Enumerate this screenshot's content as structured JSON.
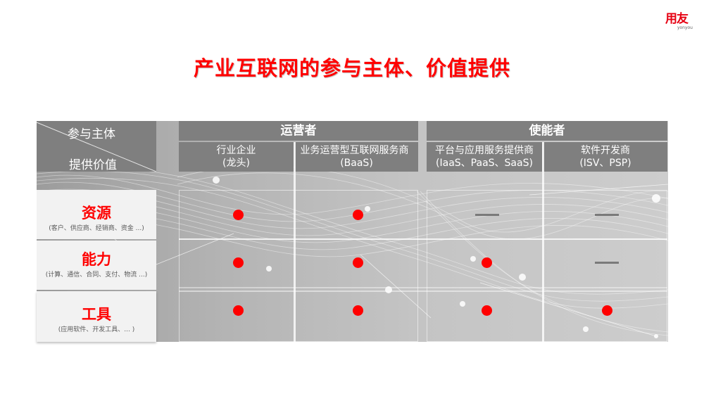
{
  "logo": {
    "text_cn": "用友",
    "text_en": "yonyou"
  },
  "title": "产业互联网的参与主体、价值提供",
  "table": {
    "corner": {
      "top_label": "参与主体",
      "bottom_label": "提供价值"
    },
    "groups": [
      {
        "label": "运营者"
      },
      {
        "label": "使能者"
      }
    ],
    "columns": [
      {
        "name": "行业企业",
        "sub": "(龙头)"
      },
      {
        "name": "业务运营型互联网服务商",
        "sub": "(BaaS)"
      },
      {
        "name": "平台与应用服务提供商",
        "sub": "(IaaS、PaaS、SaaS)"
      },
      {
        "name": "软件开发商",
        "sub": "(ISV、PSP)"
      }
    ],
    "rows": [
      {
        "label": "资源",
        "desc": "(客户、供应商、经销商、资金 ...)",
        "cells": [
          "dot",
          "dot",
          "dash",
          "dash"
        ]
      },
      {
        "label": "能力",
        "desc": "(计算、通信、合同、支付、物流 ...)",
        "cells": [
          "dot",
          "dot",
          "dot",
          "dash"
        ]
      },
      {
        "label": "工具",
        "desc": "(应用软件、开发工具、... )",
        "cells": [
          "dot",
          "dot",
          "dot",
          "dot"
        ]
      }
    ]
  },
  "colors": {
    "accent": "#ff0000",
    "header_bg": "#7f7f7f",
    "row_label_bg": "#f2f2f2"
  }
}
